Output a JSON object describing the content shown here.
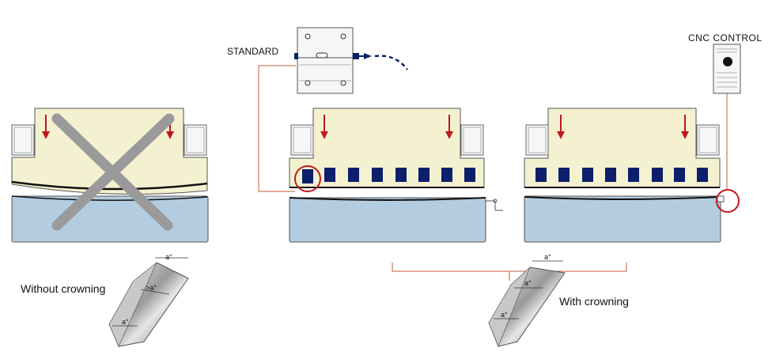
{
  "labels": {
    "standard": "STANDARD",
    "cnc_control": "CNC  CONTROL",
    "without_crowning": "Without crowning",
    "with_crowning": "With crowning"
  },
  "angle_marks": {
    "without_top": "a°",
    "without_mid": ">a°",
    "without_bottom": "a°",
    "with_top": "a°",
    "with_mid": "a°",
    "with_bottom": "a°"
  },
  "colors": {
    "upper_beam": "#f4f1d0",
    "lower_bed": "#b3cce0",
    "arrow": "#c0181c",
    "block": "#0b1f6b",
    "leader_line": "#c8583a",
    "cross": "#9a9a9a",
    "circle": "#c0181c"
  }
}
